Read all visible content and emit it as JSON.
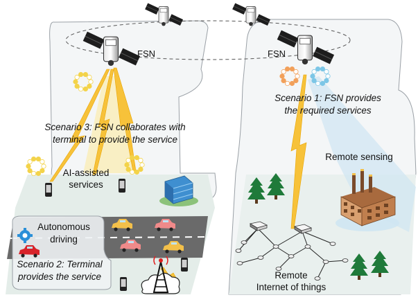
{
  "labels": {
    "fsn_left": "FSN",
    "fsn_right": "FSN",
    "scenario1_line1": "Scenario 1: FSN provides",
    "scenario1_line2": "the required services",
    "scenario3_line1": "Scenario 3: FSN collaborates with",
    "scenario3_line2": "terminal to provide the service",
    "ai_line1": "AI-assisted",
    "ai_line2": "services",
    "autonomous_line1": "Autonomous",
    "autonomous_line2": "driving",
    "scenario2_line1": "Scenario 2: Terminal",
    "scenario2_line2": "provides the service",
    "remote_sensing": "Remote sensing",
    "iot_line1": "Remote",
    "iot_line2": "Internet of things"
  },
  "colors": {
    "region_fill": "#f4f6f7",
    "region_stroke": "#9aa0a6",
    "ground_left": "#e4ede9",
    "ground_right": "#e9f0ee",
    "road": "#6a6a6a",
    "lightning": "#f7c23a",
    "beam_yellow": "#fde99a",
    "beam_blue": "#cfe6f2",
    "dots_yellow": "#f3d34a",
    "dots_orange": "#f2a05a",
    "dots_blue": "#7cc6e6",
    "tree": "#1f7a3a",
    "factory": "#c98a5a"
  },
  "icons": [
    "satellite-icon",
    "phone-icon",
    "car-icon",
    "tree-icon",
    "factory-icon",
    "building-icon",
    "router-icon",
    "antenna-tower-icon",
    "cloud-icon",
    "gear-icon"
  ]
}
